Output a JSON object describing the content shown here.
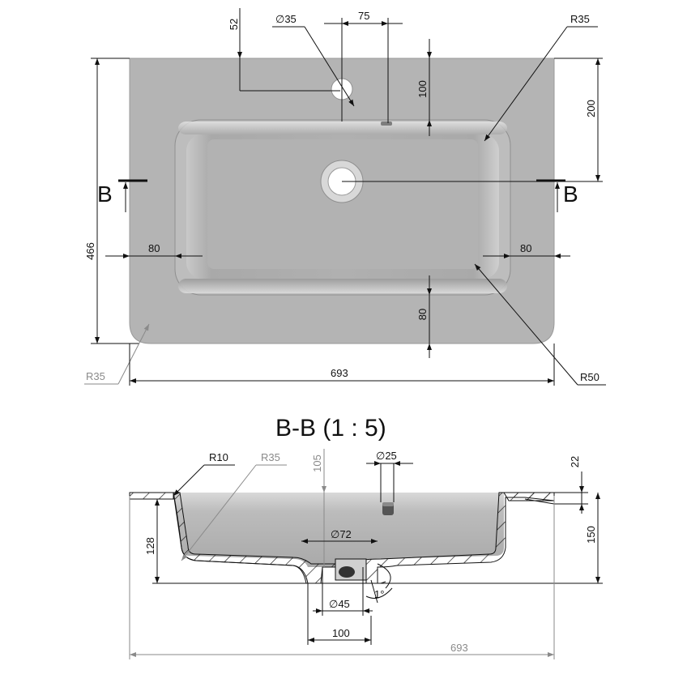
{
  "top_view": {
    "dims": {
      "d52": "52",
      "d35": "∅35",
      "d75": "75",
      "r35_top": "R35",
      "d100": "100",
      "d200": "200",
      "d466": "466",
      "d80_left": "80",
      "d80_right": "80",
      "d80_bottom": "80",
      "r35_bottom": "R35",
      "d693": "693",
      "r50": "R50"
    },
    "section_marks": {
      "left": "B",
      "right": "B"
    }
  },
  "section_view": {
    "title": "B-B (1 : 5)",
    "dims": {
      "r10": "R10",
      "r35": "R35",
      "d105": "105",
      "d25": "∅25",
      "d22": "22",
      "d128": "128",
      "d72": "∅72",
      "d150": "150",
      "d45": "∅45",
      "angle": "1°",
      "d100": "100",
      "d693": "693"
    }
  },
  "colors": {
    "basin": "#b3b3b3",
    "line": "#111111",
    "grey_dim": "#8a8a8a"
  }
}
